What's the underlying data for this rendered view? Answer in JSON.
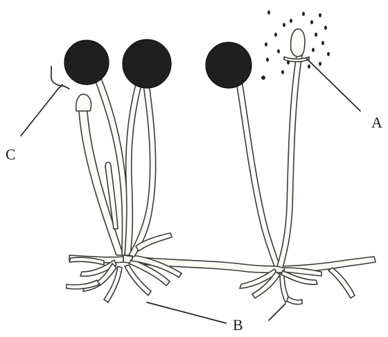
{
  "labels": {
    "a": "A",
    "b": "B",
    "c": "C"
  },
  "colors": {
    "ink": "#222222",
    "sporangium": "#1f1f1f",
    "background": "#ffffff"
  }
}
